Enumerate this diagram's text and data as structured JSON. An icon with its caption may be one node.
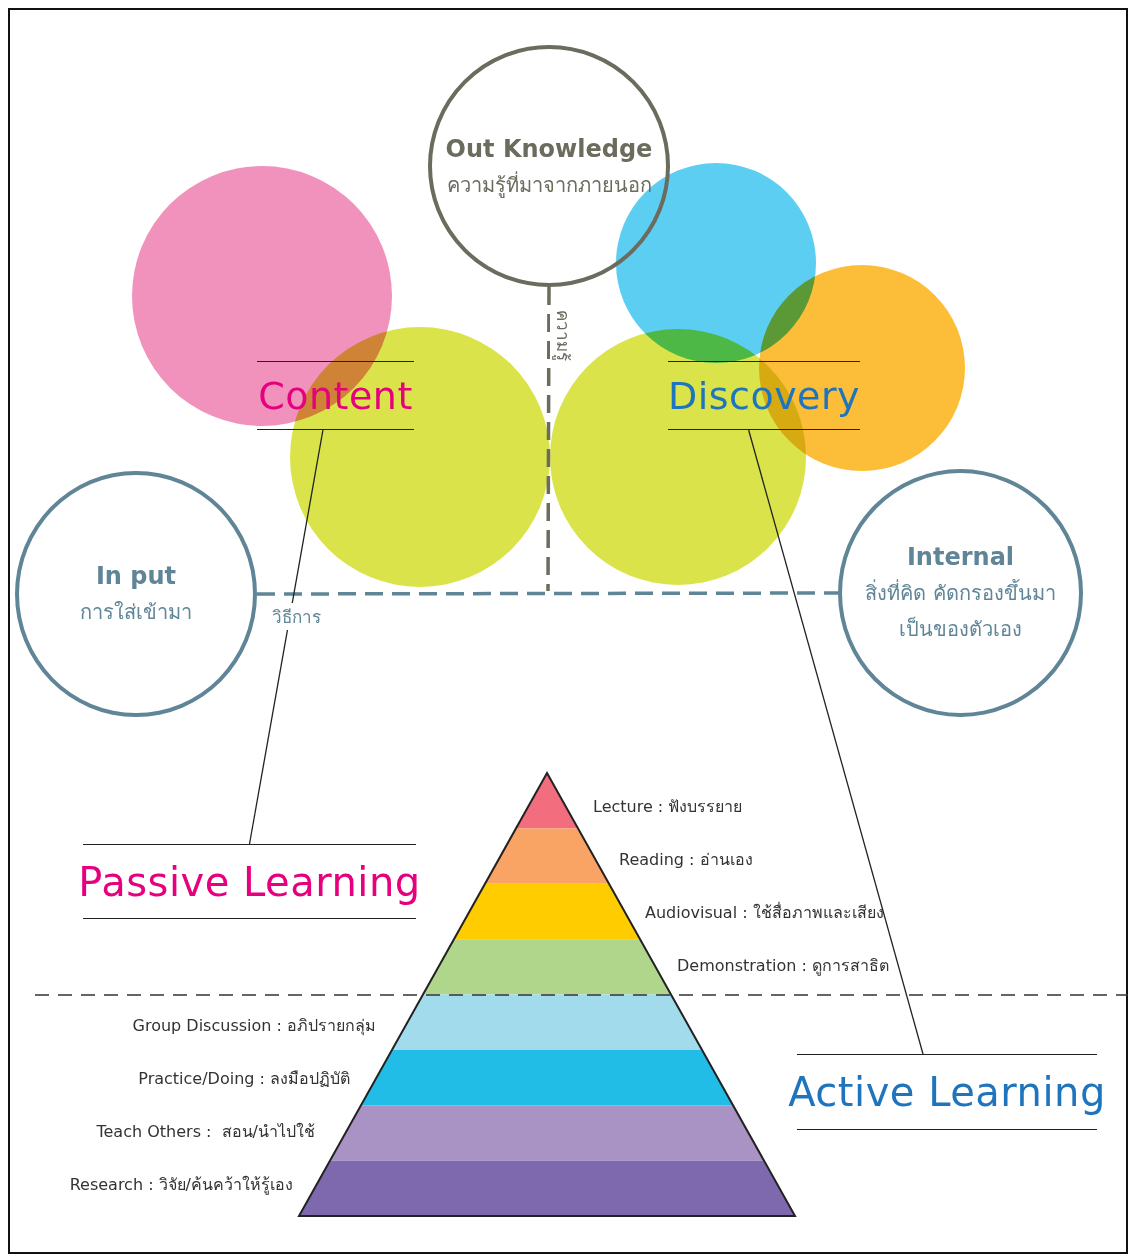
{
  "diagram": {
    "nodes": [
      {
        "text": [
          "Out Knowledge",
          "ความรู้ที่มาจากภายนอก"
        ]
      },
      {
        "text": [
          "In put",
          "การใส่เข้ามา"
        ]
      },
      {
        "text": [
          "Internal",
          "สิ่งที่คิด คัดกรองขึ้นมา เป็นของตัวเอง"
        ]
      },
      {
        "text": [
          "Content"
        ]
      },
      {
        "text": [
          "Discovery"
        ]
      },
      {
        "text": [
          "Passive Learning"
        ]
      },
      {
        "text": [
          "Active Learning"
        ]
      }
    ],
    "edges": [
      {
        "from": 0,
        "to": null,
        "arrow": "none",
        "style": "dashed",
        "color": "#6b6b5e",
        "label": "ความรู้"
      },
      {
        "from": 1,
        "to": 2,
        "arrow": "none",
        "style": "dashed",
        "color": "#5f8597",
        "label": "วิธีการ"
      },
      {
        "from": 3,
        "to": 5,
        "arrow": "none"
      },
      {
        "from": 4,
        "to": 6,
        "arrow": "none"
      }
    ],
    "labels": [
      "Lecture : ฟังบรรยาย",
      "Reading : อ่านเอง",
      "Audiovisual : ใช้สื่อภาพและเสียง",
      "Demonstration : ดูการสาธิต",
      "Group Discussion : อภิปรายกลุ่ม",
      "Practice/Doing : ลงมือปฏิบัติ",
      "Teach Others :  สอน/นำไปใช้",
      "Research : วิจัย/ค้นคว้าให้รู้เอง"
    ]
  }
}
